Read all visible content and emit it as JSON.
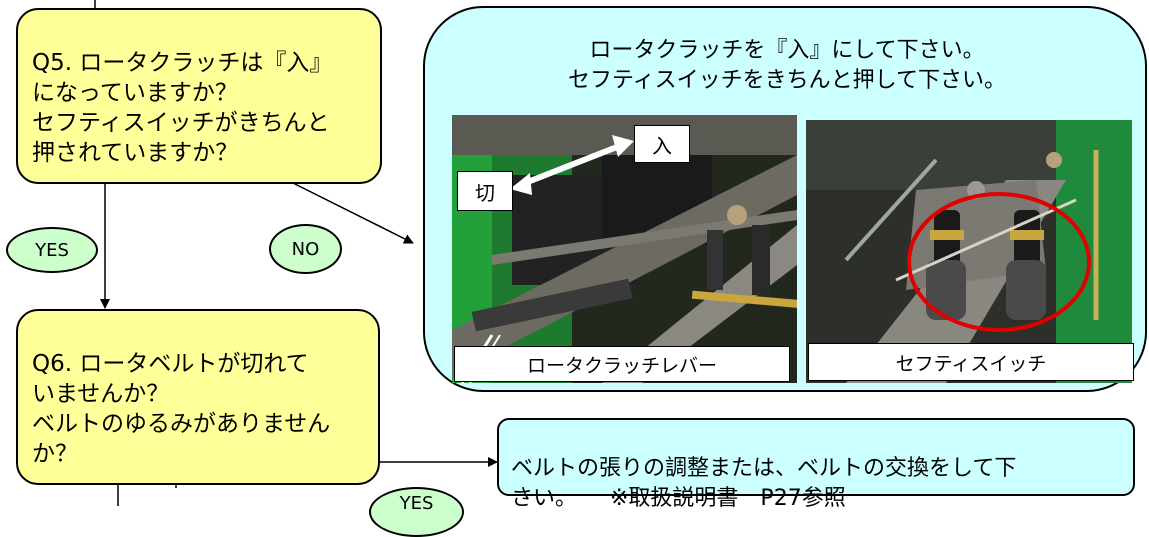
{
  "q5": {
    "text": "Q5. ロータクラッチは『入』\nになっていますか？\nセフティスイッチがきちんと\n押されていますか？"
  },
  "q6": {
    "text": "Q6. ロータベルトが切れて\nいませんか？\nベルトのゆるみがありません\nか？"
  },
  "yes_label_1": "YES",
  "no_label": "NO",
  "yes_label_2": "YES",
  "no_answer": {
    "text": "ロータクラッチを『入』にして下さい。\nセフティスイッチをきちんと押して下さい。"
  },
  "photo_left": {
    "label_in": "入",
    "label_off": "切",
    "caption": "ロータクラッチレバー"
  },
  "photo_right": {
    "caption": "セフティスイッチ"
  },
  "q6_answer": {
    "text": "ベルトの張りの調整または、ベルトの交換をして下\nさい。　　※取扱説明書　P27参照"
  },
  "colors": {
    "question_fill": "#ffff99",
    "answer_fill": "#ccffff",
    "oval_fill": "#ccffcc",
    "highlight": "#e00000"
  }
}
